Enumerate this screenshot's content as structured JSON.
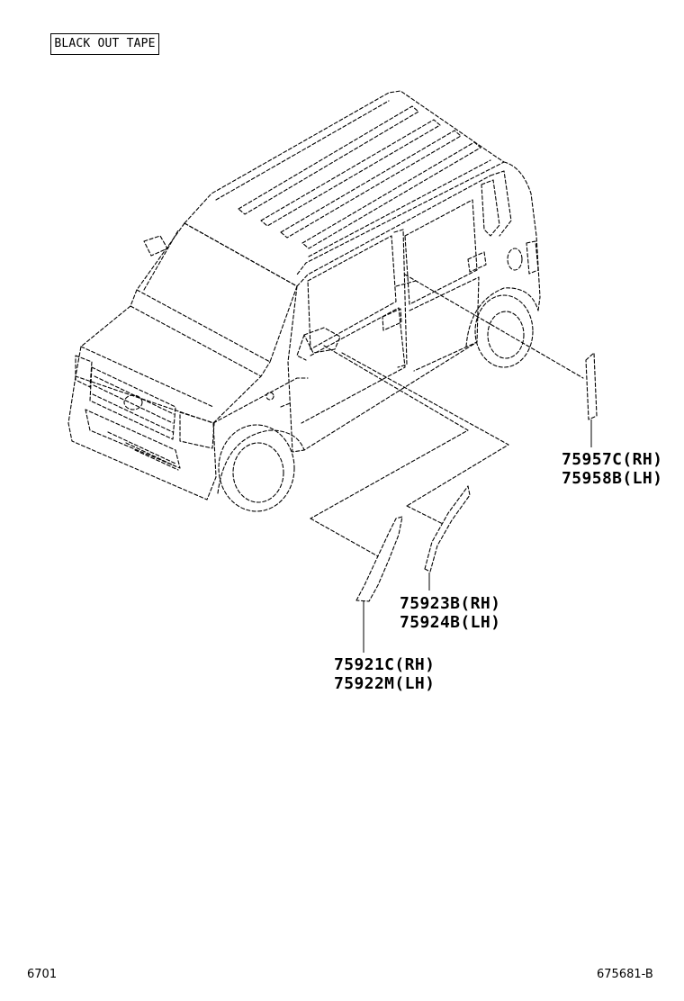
{
  "title": "BLACK OUT TAPE",
  "parts": [
    {
      "rh": "75957C(RH)",
      "lh": "75958B(LH)"
    },
    {
      "rh": "75923B(RH)",
      "lh": "75924B(LH)"
    },
    {
      "rh": "75921C(RH)",
      "lh": "75922M(LH)"
    }
  ],
  "footer": {
    "left": "6701",
    "right": "675681-B"
  }
}
